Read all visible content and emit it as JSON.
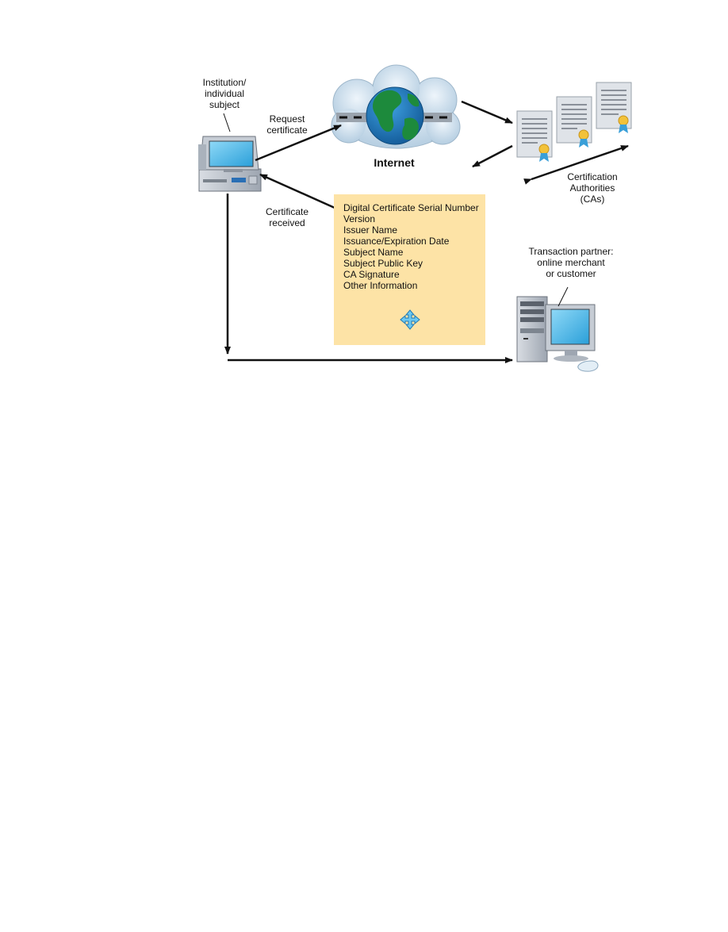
{
  "labels": {
    "institution": "Institution/\nindividual\nsubject",
    "request": "Request\ncertificate",
    "internet": "Internet",
    "received": "Certificate\nreceived",
    "cas": "Certification\nAuthorities\n(CAs)",
    "partner": "Transaction partner:\nonline merchant\nor customer"
  },
  "certificate_fields": [
    "Digital Certificate Serial Number",
    "Version",
    "Issuer Name",
    "Issuance/Expiration Date",
    "Subject Name",
    "Subject Public Key",
    "CA Signature",
    "Other Information"
  ],
  "colors": {
    "cert_box": "#fde3a6",
    "arrows": "#111111",
    "screen": "#4bb7e8",
    "globe_land": "#1d8a3c",
    "globe_sea": "#1d6fb0",
    "cloud": "#c9dcea"
  },
  "icons": [
    "desktop-computer-icon",
    "internet-cloud-globe-icon",
    "certificate-document-icon",
    "tower-computer-icon",
    "move-arrows-icon"
  ]
}
